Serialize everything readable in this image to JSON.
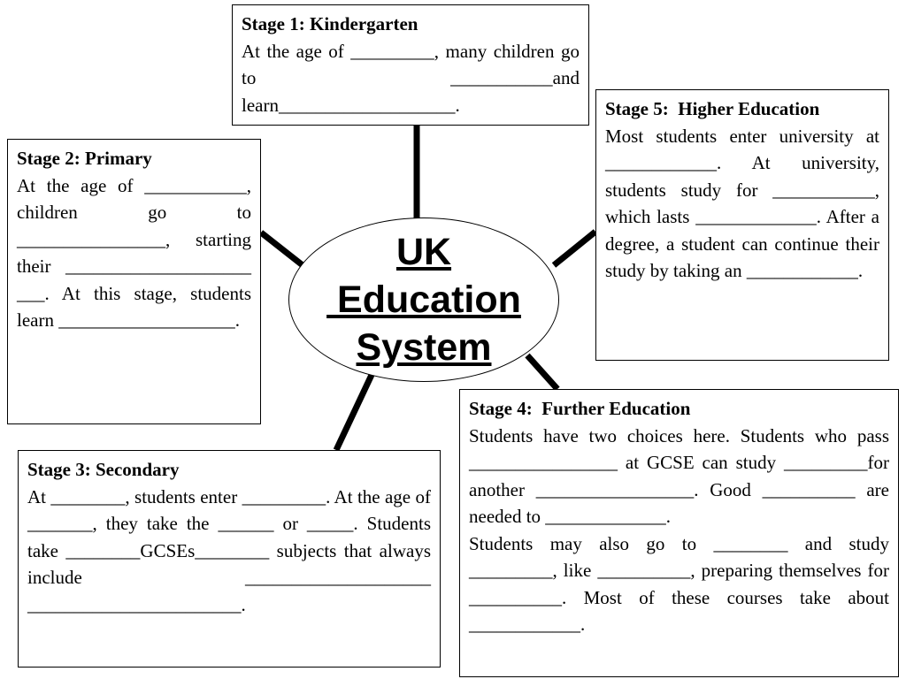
{
  "center": {
    "line1": "UK",
    "line2": " Education",
    "line3": "System"
  },
  "stage1": {
    "title": "Stage 1: Kindergarten",
    "text": "At the age of _________, many children go to ___________and learn___________________."
  },
  "stage2": {
    "title": "Stage 2: Primary",
    "text": "At the age of ___________, children go to ________________, starting their ____________________ ___. At this stage, students learn ___________________."
  },
  "stage3": {
    "title": "Stage 3: Secondary",
    "text": "At ________, students enter _________. At the age of _______, they take the ______ or _____. Students take ________GCSEs________ subjects that always include ____________________ _______________________."
  },
  "stage4": {
    "title": "Stage 4:  Further Education",
    "text1": "Students have two choices here. Students who pass ________________ at GCSE can study _________for another _________________. Good __________ are needed to _____________.",
    "text2": "Students may also go to ________ and study _________, like __________, preparing themselves for __________. Most of these courses take about ____________."
  },
  "stage5": {
    "title": "Stage 5:  Higher Education",
    "text": "Most students enter university at ____________. At university, students study for ___________, which lasts _____________. After a degree, a student can continue their study by taking an ____________."
  }
}
